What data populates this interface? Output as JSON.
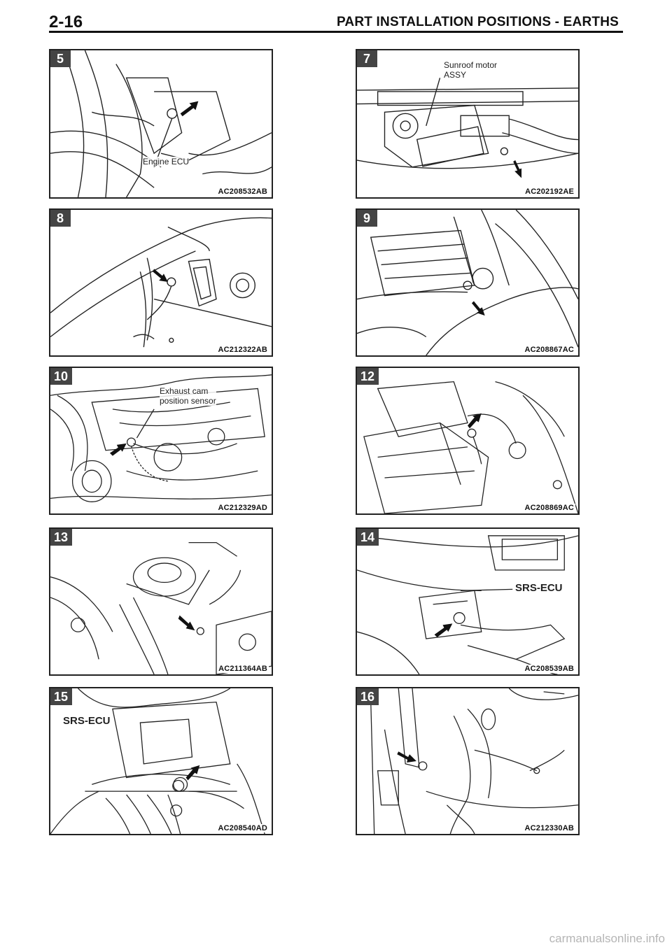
{
  "header": {
    "page_number": "2-16",
    "title": "PART INSTALLATION POSITIONS - EARTHS"
  },
  "panels": {
    "p5": {
      "number": "5",
      "code": "AC208532AB",
      "callout": "Engine ECU"
    },
    "p7": {
      "number": "7",
      "code": "AC202192AE",
      "callout": "Sunroof motor\nASSY"
    },
    "p8": {
      "number": "8",
      "code": "AC212322AB"
    },
    "p9": {
      "number": "9",
      "code": "AC208867AC"
    },
    "p10": {
      "number": "10",
      "code": "AC212329AD",
      "callout": "Exhaust cam\nposition sensor"
    },
    "p12": {
      "number": "12",
      "code": "AC208869AC"
    },
    "p13": {
      "number": "13",
      "code": "AC211364AB"
    },
    "p14": {
      "number": "14",
      "code": "AC208539AB",
      "callout": "SRS-ECU"
    },
    "p15": {
      "number": "15",
      "code": "AC208540AD",
      "callout": "SRS-ECU"
    },
    "p16": {
      "number": "16",
      "code": "AC212330AB"
    }
  },
  "footer": {
    "watermark": "carmanualsonline.info"
  },
  "icons": {
    "ground_arrow": "ground-point-arrow-icon"
  }
}
